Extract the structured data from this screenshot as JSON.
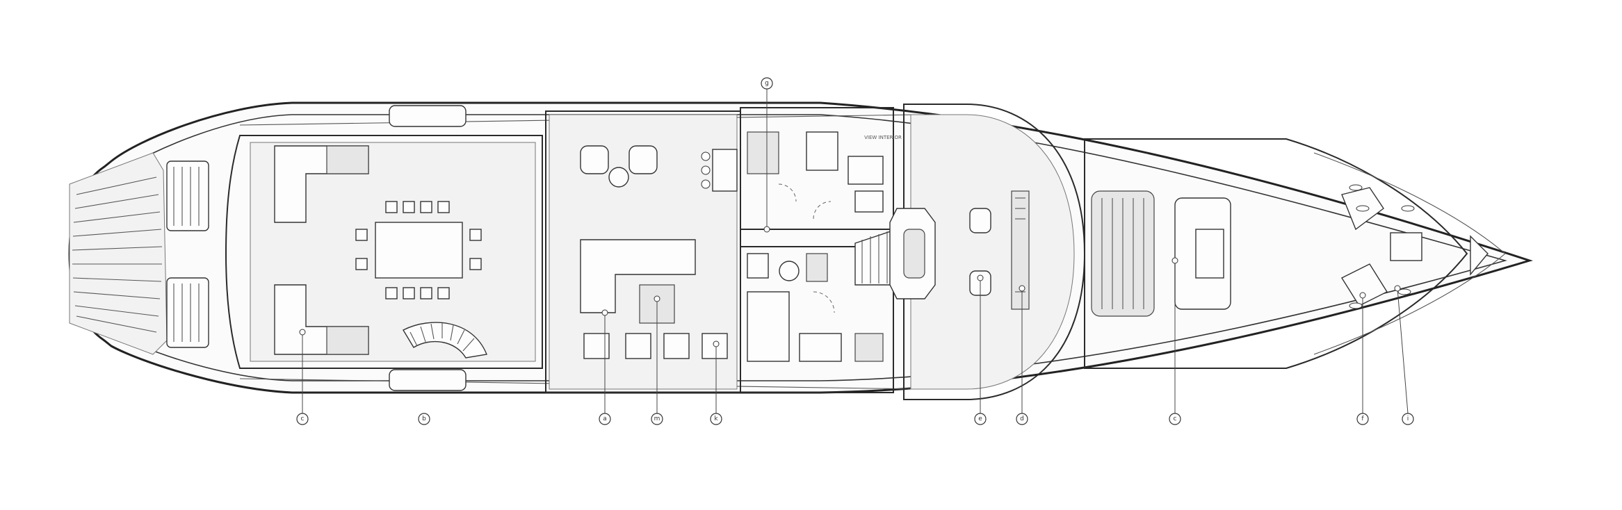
{
  "diagram": {
    "type": "deck-plan",
    "callouts": [
      {
        "id": "c1",
        "label": "c"
      },
      {
        "id": "c2",
        "label": "b"
      },
      {
        "id": "c3",
        "label": "a"
      },
      {
        "id": "c4",
        "label": "m"
      },
      {
        "id": "c5",
        "label": "k"
      },
      {
        "id": "c6",
        "label": "e"
      },
      {
        "id": "c7",
        "label": "d"
      },
      {
        "id": "c8",
        "label": "c"
      },
      {
        "id": "c9",
        "label": "f"
      },
      {
        "id": "c10",
        "label": "i"
      },
      {
        "id": "c11",
        "label": "g"
      }
    ],
    "annotation_text": "VIEW INTERIOR"
  }
}
